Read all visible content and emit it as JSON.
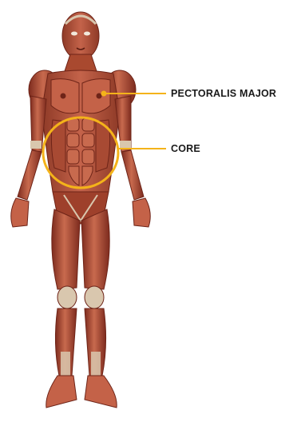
{
  "figure": {
    "subject": "anatomical-muscle-figure",
    "callouts": [
      {
        "id": "pectoralis",
        "label": "PECTORALIS MAJOR"
      },
      {
        "id": "core",
        "label": "CORE"
      }
    ]
  },
  "colors": {
    "callout_accent": "#f4b31a",
    "muscle_base": "#b4533b",
    "muscle_dark": "#7d2b1e",
    "muscle_light": "#d27a5e",
    "tendon": "#d9c7ae",
    "label_text": "#1a1a1a",
    "background": "#ffffff"
  }
}
